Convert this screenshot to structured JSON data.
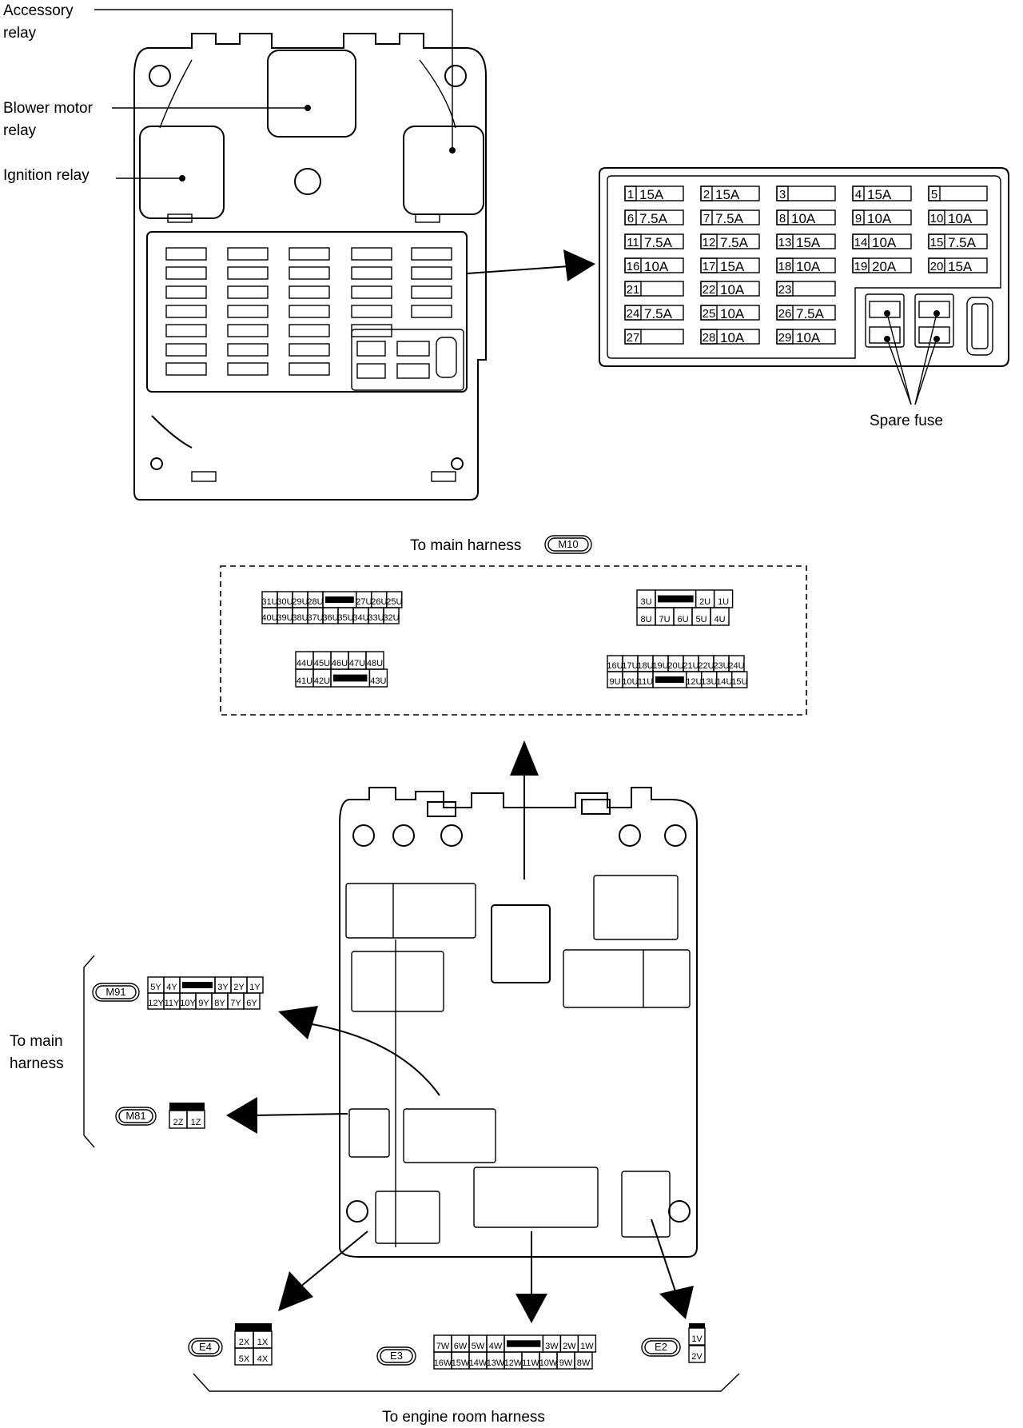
{
  "relay_labels": {
    "accessory": [
      "Accessory",
      "relay"
    ],
    "blower": [
      "Blower motor",
      "relay"
    ],
    "ignition": "Ignition relay"
  },
  "spare_fuse_label": "Spare fuse",
  "fuses": [
    {
      "n": "1",
      "a": "15A"
    },
    {
      "n": "2",
      "a": "15A"
    },
    {
      "n": "3",
      "a": ""
    },
    {
      "n": "4",
      "a": "15A"
    },
    {
      "n": "5",
      "a": ""
    },
    {
      "n": "6",
      "a": "7.5A"
    },
    {
      "n": "7",
      "a": "7.5A"
    },
    {
      "n": "8",
      "a": "10A"
    },
    {
      "n": "9",
      "a": "10A"
    },
    {
      "n": "10",
      "a": "10A"
    },
    {
      "n": "11",
      "a": "7.5A"
    },
    {
      "n": "12",
      "a": "7.5A"
    },
    {
      "n": "13",
      "a": "15A"
    },
    {
      "n": "14",
      "a": "10A"
    },
    {
      "n": "15",
      "a": "7.5A"
    },
    {
      "n": "16",
      "a": "10A"
    },
    {
      "n": "17",
      "a": "15A"
    },
    {
      "n": "18",
      "a": "10A"
    },
    {
      "n": "19",
      "a": "20A"
    },
    {
      "n": "20",
      "a": "15A"
    },
    {
      "n": "21",
      "a": ""
    },
    {
      "n": "22",
      "a": "10A"
    },
    {
      "n": "23",
      "a": ""
    },
    {
      "n": "24",
      "a": "7.5A"
    },
    {
      "n": "25",
      "a": "10A"
    },
    {
      "n": "26",
      "a": "7.5A"
    },
    {
      "n": "27",
      "a": ""
    },
    {
      "n": "28",
      "a": "10A"
    },
    {
      "n": "29",
      "a": "10A"
    }
  ],
  "labels": {
    "to_main_harness_top": "To main harness",
    "to_main_harness_left": [
      "To main",
      "harness"
    ],
    "to_engine_room_harness": "To engine room harness"
  },
  "connectors": {
    "M10": {
      "id": "M10",
      "block_a": {
        "row1": [
          "31U",
          "30U",
          "29U",
          "28U",
          "■",
          "27U",
          "26U",
          "25U"
        ],
        "row2": [
          "40U",
          "39U",
          "38U",
          "37U",
          "36U",
          "35U",
          "34U",
          "33U",
          "32U"
        ]
      },
      "block_b": {
        "row1": [
          "3U",
          "■",
          "2U",
          "1U"
        ],
        "row2": [
          "8U",
          "7U",
          "6U",
          "5U",
          "4U"
        ]
      },
      "block_c": {
        "row1": [
          "44U",
          "45U",
          "46U",
          "47U",
          "48U"
        ],
        "row2": [
          "41U",
          "42U",
          "■",
          "43U"
        ]
      },
      "block_d": {
        "row1": [
          "16U",
          "17U",
          "18U",
          "19U",
          "20U",
          "21U",
          "22U",
          "23U",
          "24U"
        ],
        "row2": [
          "9U",
          "10U",
          "11U",
          "■",
          "12U",
          "13U",
          "14U",
          "15U"
        ]
      }
    },
    "M91": {
      "id": "M91",
      "row1": [
        "5Y",
        "4Y",
        "■",
        "3Y",
        "2Y",
        "1Y"
      ],
      "row2": [
        "12Y",
        "11Y",
        "10Y",
        "9Y",
        "8Y",
        "7Y",
        "6Y"
      ]
    },
    "M81": {
      "id": "M81",
      "row1": [
        "2Z",
        "1Z"
      ]
    },
    "E4": {
      "id": "E4",
      "row1": [
        "2X",
        "1X"
      ],
      "row2": [
        "5X",
        "4X"
      ]
    },
    "E3": {
      "id": "E3",
      "row1": [
        "7W",
        "6W",
        "5W",
        "4W",
        "■",
        "3W",
        "2W",
        "1W"
      ],
      "row2": [
        "16W",
        "15W",
        "14W",
        "13W",
        "12W",
        "11W",
        "10W",
        "9W",
        "8W"
      ]
    },
    "E2": {
      "id": "E2",
      "row1": [
        "1V"
      ],
      "row2": [
        "2V"
      ]
    }
  }
}
